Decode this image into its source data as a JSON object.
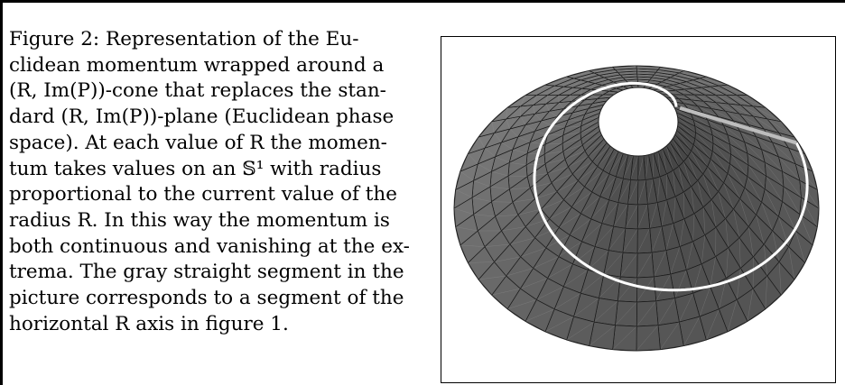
{
  "caption": {
    "label": "Figure 2:",
    "lines": [
      "Representation of the Eu-",
      "clidean momentum wrapped around a",
      "(R, Im(P))-cone that replaces the stan-",
      "dard (R, Im(P))-plane (Euclidean phase",
      "space). At each value of R the momen-",
      "tum takes values on an 𝕊¹ with radius",
      "proportional to the current value of the",
      "radius R. In this way the momentum is",
      "both continuous and vanishing at the ex-",
      "trema. The gray straight segment in the",
      "picture corresponds to a segment of the",
      "horizontal R axis in figure 1."
    ]
  },
  "figure": {
    "surface_color": "#5c5c5c",
    "mesh_color": "#1a1a1a",
    "highlight_color": "#ffffff",
    "segment_color": "#bdbdbd"
  }
}
